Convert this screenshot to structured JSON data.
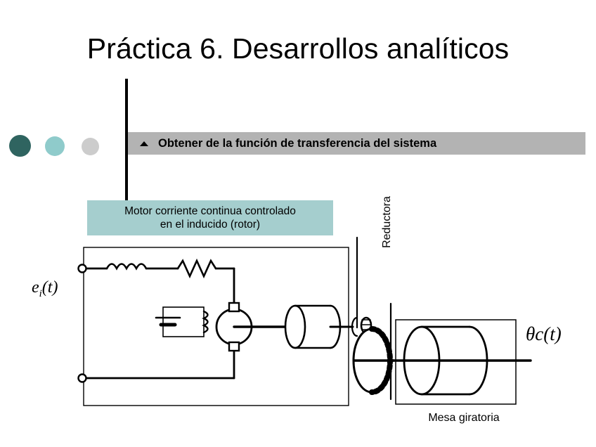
{
  "slide": {
    "title": "Práctica 6. Desarrollos analíticos",
    "background_color": "#ffffff"
  },
  "decor_dots": [
    {
      "name": "dot-dark-teal",
      "color": "#2f6460"
    },
    {
      "name": "dot-light-teal",
      "color": "#8fcbcb"
    },
    {
      "name": "dot-light-gray",
      "color": "#cccccc"
    }
  ],
  "banner": {
    "text": "Obtener de la función de transferencia del sistema",
    "bullet_icon": "triangle-up-icon",
    "background_color": "#b3b3b3"
  },
  "callout": {
    "line1": "Motor corriente continua controlado",
    "line2": "en el inducido (rotor)",
    "background_color": "#a5cece"
  },
  "diagram": {
    "input_label": "e",
    "input_label_sub": "i",
    "input_label_tail": "(t)",
    "output_label": "θc(t)",
    "gearbox_label": "Reductora",
    "turntable_label": "Mesa giratoria",
    "components": [
      "input-terminal-top",
      "inductor",
      "resistor",
      "battery",
      "field-coil",
      "dc-motor",
      "input-terminal-bottom",
      "motor-body-cylinder",
      "worm-gear",
      "gear-wheel",
      "turntable-cylinder"
    ],
    "line_color": "#000000"
  }
}
